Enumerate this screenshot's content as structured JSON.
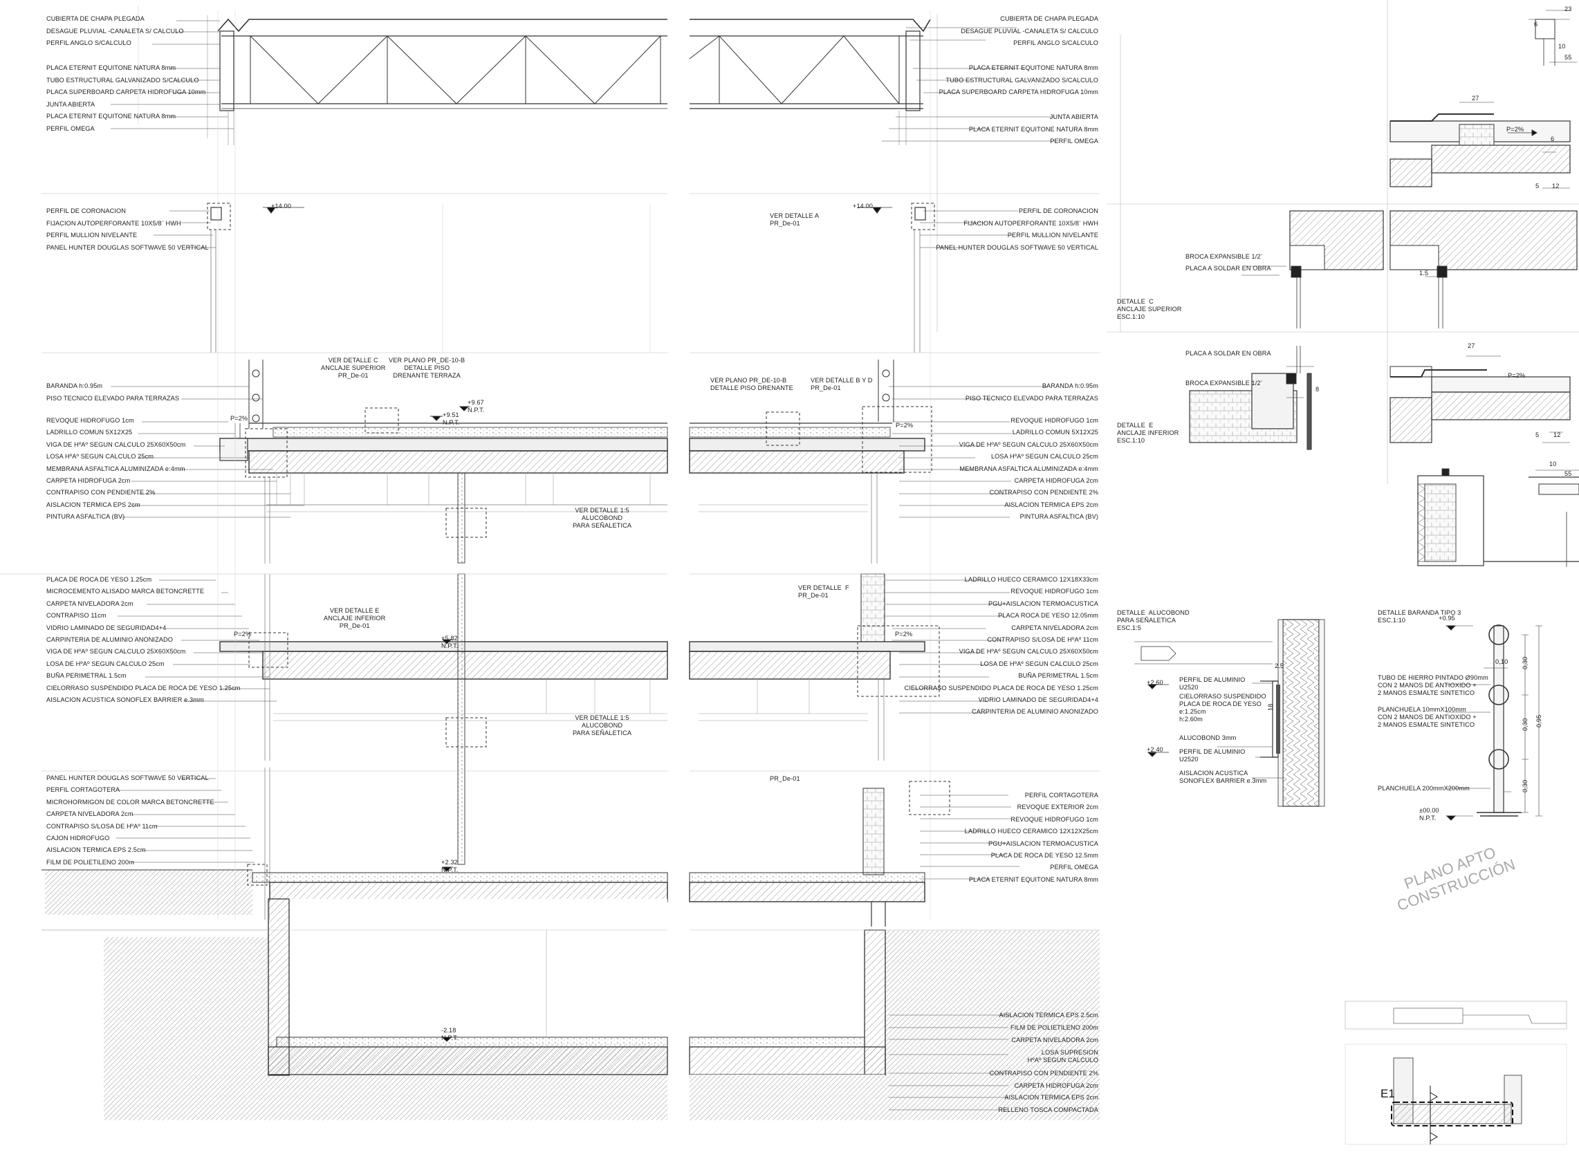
{
  "roof_left": [
    "CUBIERTA DE CHAPA PLEGADA",
    "DESAGUE PLUVIAL -CANALETA S/ CALCULO",
    "PERFIL ANGLO S/CALCULO",
    "PLACA ETERNIT EQUITONE NATURA 8mm",
    "TUBO ESTRUCTURAL GALVANIZADO S/CALCULO",
    "PLACA SUPERBOARD CARPETA HIDROFUGA 10mm",
    "JUNTA ABIERTA",
    "PLACA ETERNIT EQUITONE NATURA 8mm",
    "PERFIL OMEGA"
  ],
  "roof_right": [
    "CUBIERTA DE CHAPA PLEGADA",
    "DESAGUE PLUVIAL -CANALETA S/ CALCULO",
    "PERFIL ANGLO S/CALCULO",
    "PLACA ETERNIT EQUITONE NATURA 8mm",
    "TUBO ESTRUCTURAL GALVANIZADO S/CALCULO",
    "PLACA SUPERBOARD CARPETA HIDROFUGA 10mm",
    "JUNTA ABIERTA",
    "PLACA ETERNIT EQUITONE NATURA 8mm",
    "PERFIL OMEGA"
  ],
  "crown_left": [
    "PERFIL DE CORONACION",
    "FIJACION AUTOPERFORANTE 10X5/8¨ HWH",
    "PERFIL MULLION NIVELANTE",
    "PANEL HUNTER DOUGLAS SOFTWAVE 50 VERTICAL"
  ],
  "crown_right": [
    "PERFIL DE CORONACION",
    "FIJACION AUTOPERFORANTE 10X5/8¨ HWH",
    "PERFIL MULLION NIVELANTE",
    "PANEL HUNTER DOUGLAS SOFTWAVE 50 VERTICAL"
  ],
  "terrace_left": [
    "BARANDA h:0.95m",
    "PISO TECNICO ELEVADO PARA TERRAZAS",
    "REVOQUE HIDROFUGO 1cm",
    "LADRILLO COMUN 5X12X25",
    "VIGA DE HºAº SEGUN CALCULO 25X60X50cm",
    "LOSA HºAº SEGUN CALCULO 25cm",
    "MEMBRANA ASFALTICA ALUMINIZADA e:4mm",
    "CARPETA HIDROFUGA 2cm",
    "CONTRAPISO CON PENDIENTE 2%",
    "AISLACION TERMICA EPS 2cm",
    "PINTURA ASFALTICA (BV)"
  ],
  "terrace_right": [
    "BARANDA h:0.95m",
    "PISO TECNICO ELEVADO PARA TERRAZAS",
    "REVOQUE HIDROFUGO 1cm",
    "LADRILLO COMUN 5X12X25",
    "VIGA DE HºAº SEGUN CALCULO 25X60X50cm",
    "LOSA HºAº SEGUN CALCULO 25cm",
    "MEMBRANA ASFALTICA ALUMINIZADA e:4mm",
    "CARPETA HIDROFUGA 2cm",
    "CONTRAPISO CON PENDIENTE 2%",
    "AISLACION TERMICA EPS 2cm",
    "PINTURA ASFALTICA (BV)"
  ],
  "floor_left": [
    "PLACA DE ROCA DE YESO 1.25cm",
    "MICROCEMENTO ALISADO MARCA BETONCRETTE",
    "CARPETA NIVELADORA 2cm",
    "CONTRAPISO 11cm",
    "VIDRIO LAMINADO DE SEGURIDAD4+4",
    "CARPINTERIA DE ALUMINIO ANONIZADO",
    "VIGA DE HºAº SEGUN CALCULO 25X60X50cm",
    "LOSA DE HºAº SEGUN CALCULO 25cm",
    "BUÑA PERIMETRAL 1.5cm",
    "CIELORRASO SUSPENDIDO PLACA DE ROCA DE YESO 1.25cm",
    "AISLACION ACUSTICA SONOFLEX BARRIER e.3mm"
  ],
  "floor_right": [
    "LADRILLO HUECO CERAMICO 12X18X33cm",
    "REVOQUE HIDROFUGO 1cm",
    "PGU+AISLACION TERMOACUSTICA",
    "PLACA ROCA DE YESO 12.05mm",
    "CARPETA NIVELADORA 2cm",
    "CONTRAPISO S/LOSA DE HºAº 11cm",
    "VIGA DE HºAº SEGUN CALCULO 25X60X50cm",
    "LOSA DE HºAº SEGUN CALCULO 25cm",
    "BUÑA PERIMETRAL 1.5cm",
    "CIELORRASO SUSPENDIDO PLACA DE ROCA DE YESO 1.25cm",
    "VIDRIO LAMINADO DE SEGURIDAD4+4",
    "CARPINTERIA DE ALUMINIO ANONIZADO"
  ],
  "ground_left": [
    "PANEL HUNTER DOUGLAS SOFTWAVE 50 VERTICAL",
    "PERFIL CORTAGOTERA",
    "MICROHORMIGON DE COLOR MARCA BETONCRETTE",
    "CARPETA NIVELADORA 2cm",
    "CONTRAPISO S/LOSA DE HºAº 11cm",
    "CAJON HIDROFUGO",
    "AISLACION TERMICA EPS 2.5cm",
    "FILM DE POLIETILENO 200m"
  ],
  "ground_right": [
    "PERFIL CORTAGOTERA",
    "REVOQUE EXTERIOR 2cm",
    "REVOQUE HIDROFUGO 1cm",
    "LADRILLO HUECO CERAMICO 12X12X25cm",
    "PGU+AISLACION TERMOACUSTICA",
    "PLACA DE ROCA DE YESO 12.5mm",
    "PERFIL OMEGA",
    "PLACA ETERNIT EQUITONE NATURA 8mm"
  ],
  "base_right": [
    "AISLACION TERMICA EPS 2.5cm",
    "FILM DE POLIETILENO 200m",
    "CARPETA NIVELADORA 2cm",
    "LOSA SUPRESION\nHºAº SEGUN CALCULO",
    "CONTRAPISO CON PENDIENTE 2%",
    "CARPETA HIDROFUGA 2cm",
    "AISLACION TERMICA EPS 2cm",
    "RELLENO TOSCA COMPACTADA"
  ],
  "refs": {
    "ver_c": "VER DETALLE C\nANCLAJE SUPERIOR\nPR_De-01",
    "ver_plano_l": "VER PLANO PR_DE-10-B\nDETALLE PISO\nDRENANTE TERRAZA",
    "ver_plano_r": "VER PLANO PR_DE-10-B\nDETALLE PISO DRENANTE",
    "ver_byd": "VER DETALLE B Y D\nPR_De-01",
    "ver_a": "VER DETALLE A\nPR_De-01",
    "ver_e": "VER DETALLE E\nANCLAJE INFERIOR\nPR_De-01",
    "ver_f": "VER DETALLE  F\nPR_De-01",
    "ver_15_a": "VER DETALLE 1:5\nALUCOBOND\nPARA SEÑALETICA",
    "ver_15_b": "VER DETALLE 1:5\nALUCOBOND\nPARA SEÑALETICA",
    "pr_de01": "PR_De-01"
  },
  "levels": {
    "l1400_l": "+14.00",
    "l1400_r": "+14.00",
    "l967": "+9.67\nN.P.T.",
    "l951": "+9.51\nN.P.T.",
    "l582": "+5.82\nN.P.T.",
    "l232": "+2.32\nN.P.T.",
    "lm218": "-2.18\nN.P.T."
  },
  "slopes": [
    "P=2%",
    "P=2%",
    "P=2%",
    "P=2%",
    "P=2%",
    "P=2%"
  ],
  "detail_c": {
    "title": "DETALLE  C\nANCLAJE SUPERIOR\nESC.1:10",
    "labels": [
      "BROCA EXPANSIBLE 1/2¨",
      "PLACA A SOLDAR EN OBRA"
    ],
    "dims": [
      "27",
      "6",
      "5",
      "12",
      "1.5"
    ]
  },
  "detail_e": {
    "title": "DETALLE  E\nANCLAJE INFERIOR\nESC.1:10",
    "labels": [
      "PLACA A SOLDAR EN OBRA",
      "BROCA EXPANSIBLE 1/2¨"
    ],
    "dims": [
      "27",
      "8",
      "5",
      "12"
    ]
  },
  "detail_top": {
    "dims": [
      "23",
      "6",
      "10",
      "55"
    ]
  },
  "detail_mid": {
    "dims": [
      "10",
      "55"
    ]
  },
  "detail_alucobond": {
    "title": "DETALLE  ALUCOBOND\nPARA SEÑALETICA\nESC.1:5",
    "labels": [
      "PERFIL DE ALUMINIO\nU2520",
      "CIELORRASO SUSPENDIDO\nPLACA DE ROCA DE YESO\ne:1.25cm\nh:2.60m",
      "ALUCOBOND 3mm",
      "PERFIL DE ALUMINIO\nU2520",
      "AISLACION ACUSTICA\nSONOFLEX BARRIER e.3mm"
    ],
    "levels": [
      "+2.60",
      "+2.40"
    ],
    "dims": [
      "2.5",
      "18"
    ]
  },
  "detail_baranda": {
    "title": "DETALLE BARANDA TIPO 3\nESC.1:10",
    "labels": [
      "TUBO DE HIERRO PINTADO Ø90mm\nCON 2 MANOS DE ANTIOXIDO +\n2 MANOS ESMALTE SINTETICO",
      "PLANCHUELA 10mmX100mm\nCON 2 MANOS DE ANTIOXIDO +\n2 MANOS ESMALTE SINTETICO",
      "PLANCHUELA 200mmX200mm"
    ],
    "levels": [
      "+0.95",
      "±00.00\nN.P.T."
    ],
    "dims": [
      "0,10",
      "0,30",
      "0,30",
      "0,30",
      "0,95"
    ]
  },
  "stamp": "PLANO APTO\nCONSTRUCCIÓN",
  "key_plan": {
    "tag": "E1"
  }
}
